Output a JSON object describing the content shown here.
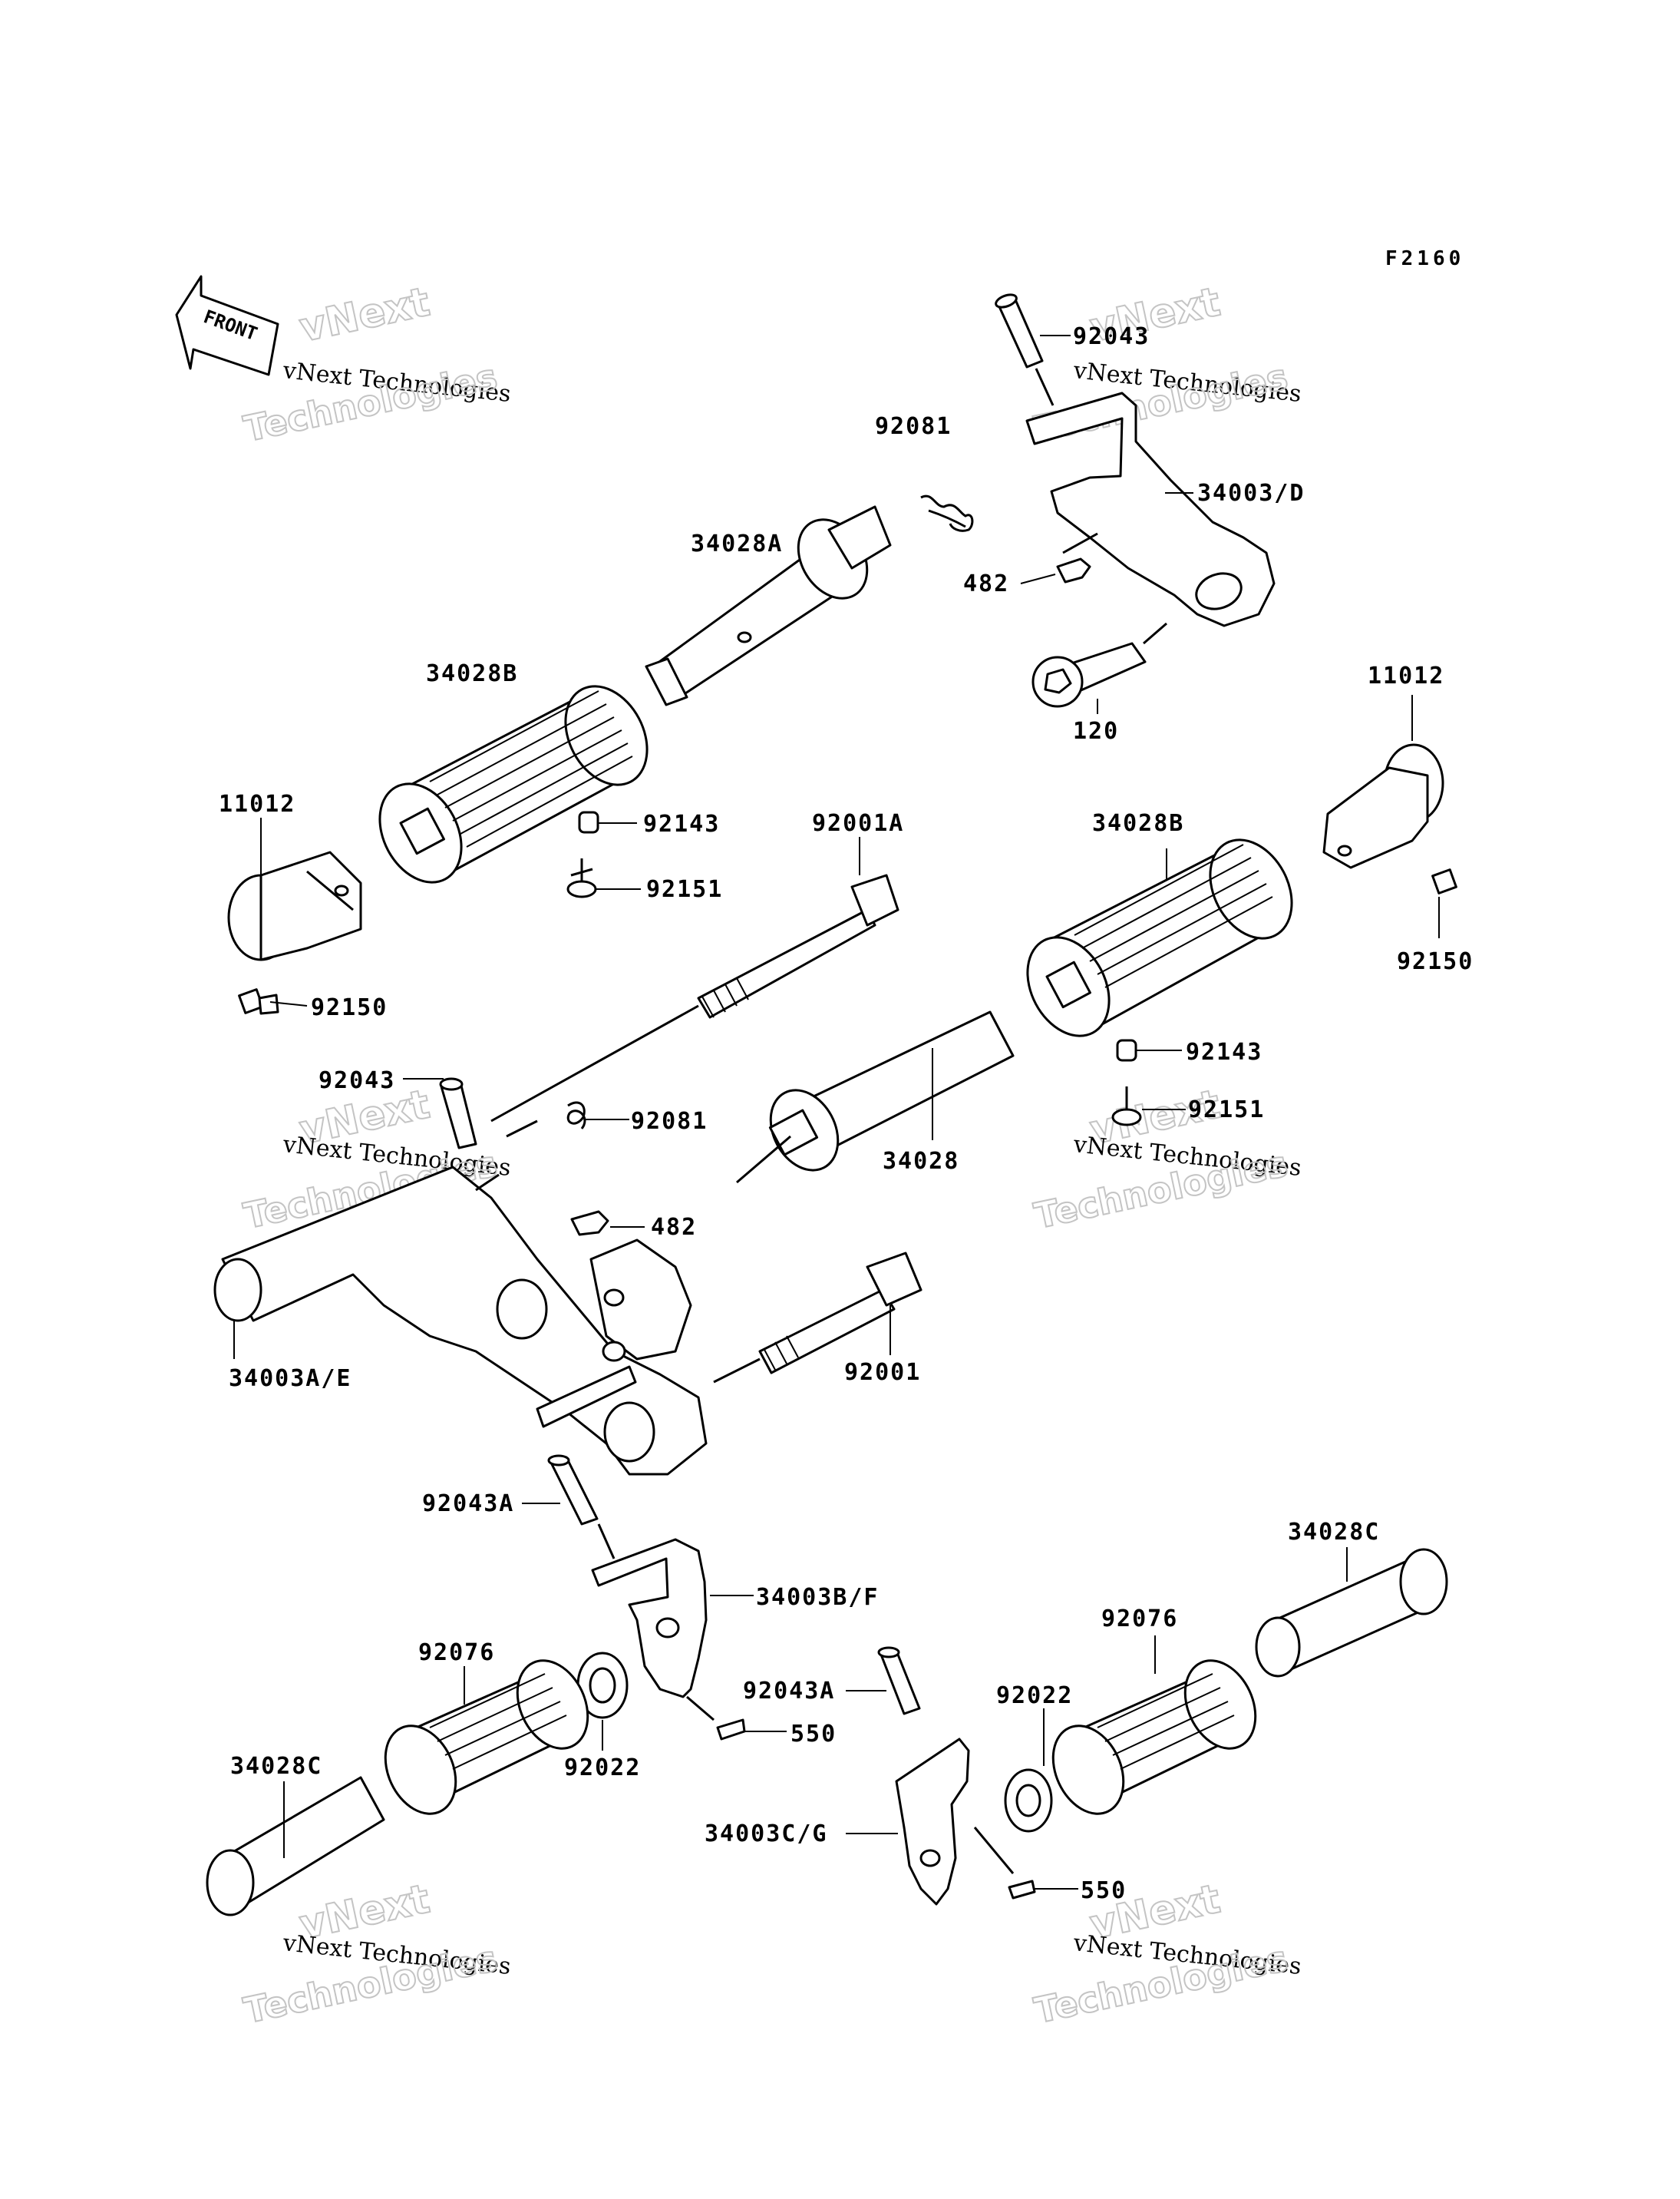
{
  "diagram": {
    "figure_code": "F2160",
    "direction_label": "FRONT",
    "watermark": {
      "line1": "vNext",
      "line2": "vNext Technologies",
      "line3": "Technologies"
    },
    "part_labels": {
      "p_92043_top": "92043",
      "p_92081_top": "92081",
      "p_34003D": "34003/D",
      "p_482_top": "482",
      "p_34028A": "34028A",
      "p_120": "120",
      "p_34028B_left": "34028B",
      "p_11012_right": "11012",
      "p_11012_left": "11012",
      "p_92143_top": "92143",
      "p_92001A": "92001A",
      "p_92151_top": "92151",
      "p_34028B_right": "34028B",
      "p_92150_right": "92150",
      "p_92150_left": "92150",
      "p_92043_mid": "92043",
      "p_92081_mid": "92081",
      "p_92143_right": "92143",
      "p_92151_right": "92151",
      "p_34028": "34028",
      "p_482_mid": "482",
      "p_34003AE": "34003A/E",
      "p_92001": "92001",
      "p_92043A_left": "92043A",
      "p_34003BF": "34003B/F",
      "p_34028C_right": "34028C",
      "p_92076_left": "92076",
      "p_92076_right": "92076",
      "p_92043A_right": "92043A",
      "p_92022_right": "92022",
      "p_550_left": "550",
      "p_92022_left": "92022",
      "p_34028C_left": "34028C",
      "p_34003CG": "34003C/G",
      "p_550_right": "550"
    }
  }
}
